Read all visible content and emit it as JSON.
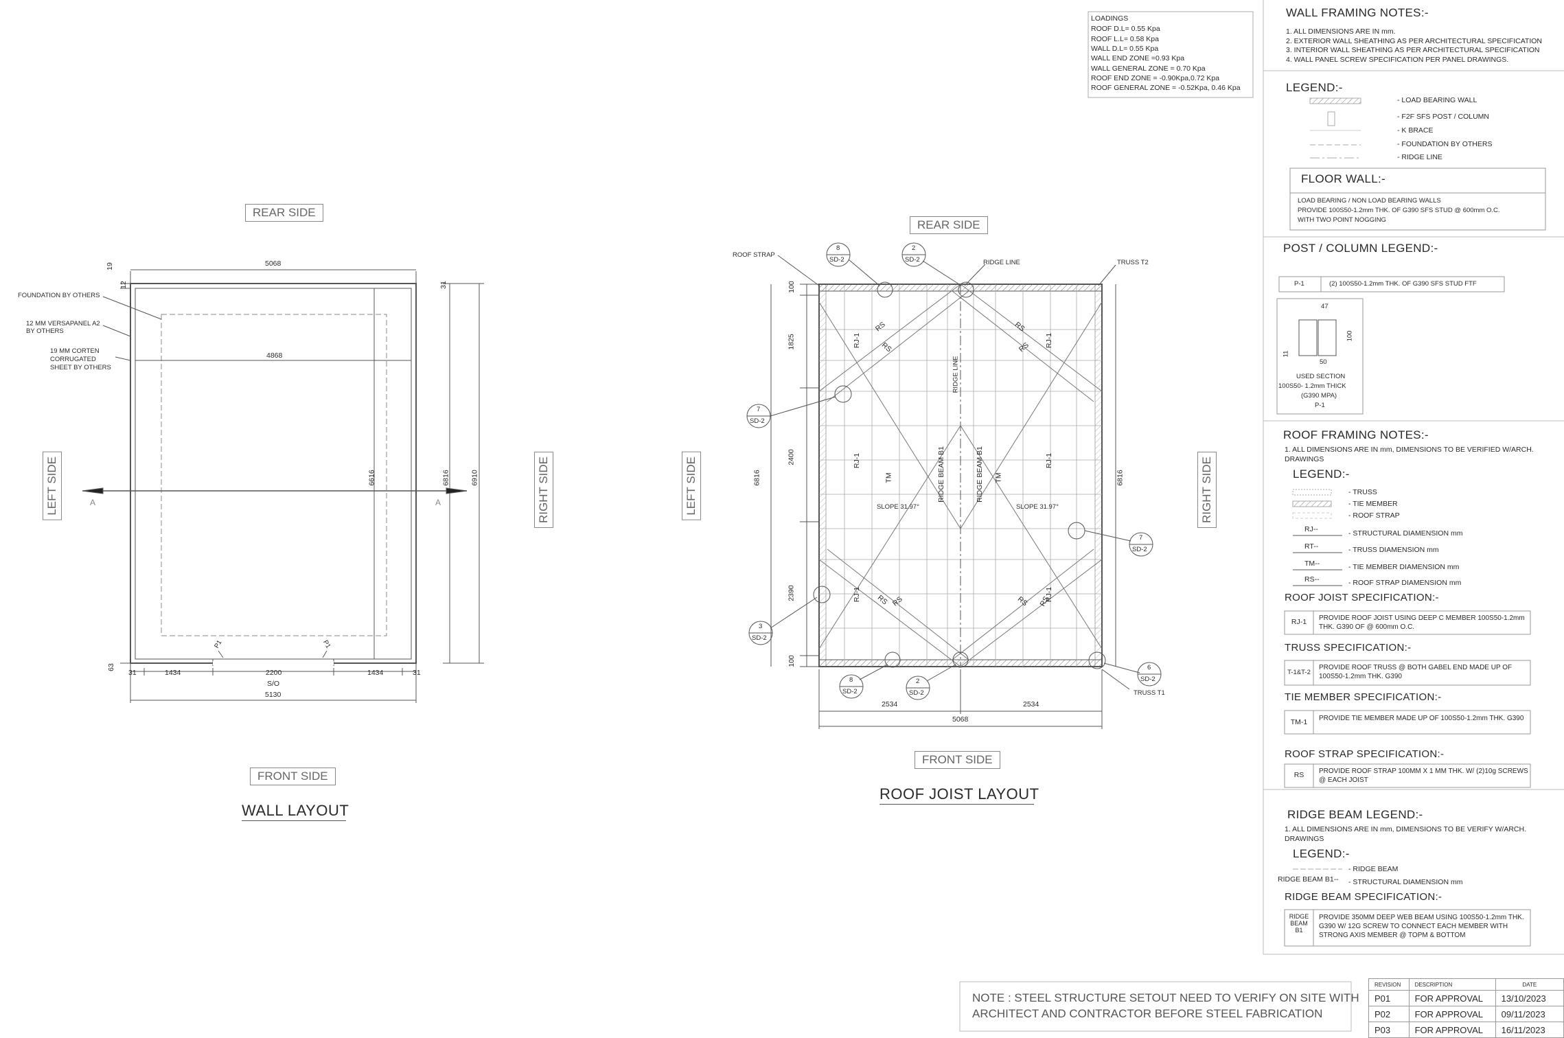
{
  "loadings": {
    "title": "LOADINGS",
    "lines": [
      "ROOF D.L= 0.55 Kpa",
      "ROOF L.L= 0.58 Kpa",
      "WALL D.L= 0.55 Kpa",
      "WALL END ZONE =0.93 Kpa",
      "WALL GENERAL ZONE = 0.70 Kpa",
      "ROOF END ZONE = -0.90Kpa,0.72 Kpa",
      "ROOF GENERAL ZONE = -0.52Kpa, 0.46 Kpa"
    ]
  },
  "wall_layout": {
    "title": "WALL LAYOUT",
    "rear": "REAR SIDE",
    "front": "FRONT SIDE",
    "left": "LEFT SIDE",
    "right": "RIGHT SIDE",
    "notes": [
      "FOUNDATION BY OTHERS",
      "12 MM VERSAPANEL A2",
      "BY OTHERS",
      "19 MM CORTEN",
      "CORRUGATED",
      "SHEET BY OTHERS"
    ],
    "dims": {
      "top": "5068",
      "inner": "4868",
      "d19": "19",
      "d12": "12",
      "d31tr": "31",
      "d6616": "6616",
      "d6816": "6816",
      "d6910": "6910",
      "d63": "63",
      "b31a": "31",
      "b1434a": "1434",
      "b2200": "2200",
      "b1434b": "1434",
      "b31b": "31",
      "so": "S/O",
      "b5130": "5130"
    },
    "section_a": "A",
    "post_tag": "P1"
  },
  "roof_layout": {
    "title": "ROOF JOIST LAYOUT",
    "rear": "REAR SIDE",
    "front": "FRONT SIDE",
    "left": "LEFT SIDE",
    "right": "RIGHT SIDE",
    "labels": {
      "roof_strap": "ROOF STRAP",
      "ridge_line": "RIDGE LINE",
      "truss_t2": "TRUSS T2",
      "truss_t1": "TRUSS T1",
      "ridge_line_v": "RIDGE LINE",
      "slope_l": "SLOPE 31.97°",
      "slope_r": "SLOPE 31.97°",
      "rb1a": "RIDGE BEAM B1",
      "rb1b": "RIDGE BEAM B1",
      "tm": "TM",
      "rj1": "RJ-1",
      "rs": "RS"
    },
    "dims": {
      "d100t": "100",
      "d1825": "1825",
      "d2400": "2400",
      "d2390": "2390",
      "d100b": "100",
      "d6816l": "6816",
      "d6816r": "6816",
      "b2534a": "2534",
      "b2534b": "2534",
      "b5068": "5068"
    },
    "callouts": [
      {
        "num": "8",
        "ref": "SD-2"
      },
      {
        "num": "2",
        "ref": "SD-2"
      },
      {
        "num": "7",
        "ref": "SD-2"
      },
      {
        "num": "3",
        "ref": "SD-2"
      },
      {
        "num": "8",
        "ref": "SD-2"
      },
      {
        "num": "2",
        "ref": "SD-2"
      },
      {
        "num": "6",
        "ref": "SD-2"
      },
      {
        "num": "7",
        "ref": "SD-2"
      }
    ]
  },
  "wall_framing": {
    "title": "WALL FRAMING NOTES:-",
    "notes": [
      "1. ALL DIMENSIONS ARE IN mm.",
      "2. EXTERIOR WALL SHEATHING AS PER ARCHITECTURAL SPECIFICATION",
      "3. INTERIOR WALL SHEATHING AS PER ARCHITECTURAL SPECIFICATION",
      "4. WALL PANEL SCREW SPECIFICATION PER PANEL DRAWINGS."
    ],
    "legend_title": "LEGEND:-",
    "legend": [
      "- LOAD BEARING WALL",
      "-  F2F SFS POST / COLUMN",
      "-  K BRACE",
      "-  FOUNDATION BY OTHERS",
      "-  RIDGE LINE"
    ],
    "floor_wall_title": "FLOOR WALL:-",
    "floor_wall_text": [
      "LOAD BEARING  / NON LOAD BEARING WALLS",
      "PROVIDE 100S50-1.2mm THK. OF G390  SFS STUD  @ 600mm O.C.",
      "WITH TWO POINT NOGGING"
    ]
  },
  "post_legend": {
    "title": "POST / COLUMN LEGEND:-",
    "code": "P-1",
    "desc": "(2) 100S50-1.2mm THK. OF G390  SFS STUD FTF",
    "d47": "47",
    "d100": "100",
    "d11": "11",
    "d50": "50",
    "section": [
      "USED SECTION",
      "100S50- 1.2mm THICK",
      "(G390 MPA)",
      "P-1"
    ]
  },
  "roof_framing": {
    "title": "ROOF FRAMING NOTES:-",
    "note": [
      "1.  ALL DIMENSIONS ARE IN mm, DIMENSIONS TO BE VERIFIED W/ARCH.",
      "DRAWINGS"
    ],
    "legend_title": "LEGEND:-",
    "legend": [
      "- TRUSS",
      "- TIE MEMBER",
      "- ROOF STRAP"
    ],
    "dim_legend": [
      {
        "tag": "RJ--",
        "text": "-  STRUCTURAL DIAMENSION mm"
      },
      {
        "tag": "RT--",
        "text": "-  TRUSS DIAMENSION mm"
      },
      {
        "tag": "TM--",
        "text": "-  TIE MEMBER DIAMENSION mm"
      },
      {
        "tag": "RS--",
        "text": "-  ROOF STRAP DIAMENSION mm"
      }
    ],
    "specs": [
      {
        "title": "ROOF JOIST  SPECIFICATION:-",
        "code": "RJ-1",
        "desc": "PROVIDE  ROOF JOIST USING DEEP C MEMBER 100S50-1.2mm THK. G390 OF @ 600mm O.C."
      },
      {
        "title": "TRUSS SPECIFICATION:-",
        "code": "T-1&T-2",
        "desc": "PROVIDE  ROOF TRUSS @ BOTH GABEL END MADE UP OF 100S50-1.2mm THK. G390"
      },
      {
        "title": "TIE MEMBER SPECIFICATION:-",
        "code": "TM-1",
        "desc": "PROVIDE TIE MEMBER MADE UP OF 100S50-1.2mm THK. G390"
      },
      {
        "title": "ROOF STRAP SPECIFICATION:-",
        "code": "RS",
        "desc": "PROVIDE ROOF STRAP 100MM X 1 MM THK. W/ (2)10g SCREWS @ EACH JOIST"
      }
    ]
  },
  "ridge_beam": {
    "title": "RIDGE BEAM LEGEND:-",
    "note": [
      "1.  ALL DIMENSIONS ARE IN mm, DIMENSIONS TO BE VERIFY W/ARCH.",
      "DRAWINGS"
    ],
    "legend_title": "LEGEND:-",
    "legend1": "-  RIDGE BEAM",
    "legend2_tag": "RIDGE BEAM B1--",
    "legend2": "-  STRUCTURAL DIAMENSION mm",
    "spec_title": "RIDGE BEAM SPECIFICATION:-",
    "spec_code": [
      "RIDGE",
      "BEAM",
      "B1"
    ],
    "spec_desc": "PROVIDE 350MM DEEP WEB BEAM USING 100S50-1.2mm THK. G390  W/ 12G SCREW TO CONNECT EACH MEMBER WITH STRONG AXIS MEMBER @ TOPM & BOTTOM"
  },
  "bottom_note": [
    "NOTE : STEEL STRUCTURE SETOUT NEED TO VERIFY ON SITE WITH",
    "ARCHITECT AND CONTRACTOR BEFORE STEEL FABRICATION"
  ],
  "revisions": {
    "headers": [
      "REVISION",
      "DESCRIPTION",
      "DATE"
    ],
    "rows": [
      {
        "rev": "P01",
        "desc": "FOR APPROVAL",
        "date": "13/10/2023"
      },
      {
        "rev": "P02",
        "desc": "FOR APPROVAL",
        "date": "09/11/2023"
      },
      {
        "rev": "P03",
        "desc": "FOR APPROVAL",
        "date": "16/11/2023"
      }
    ]
  }
}
